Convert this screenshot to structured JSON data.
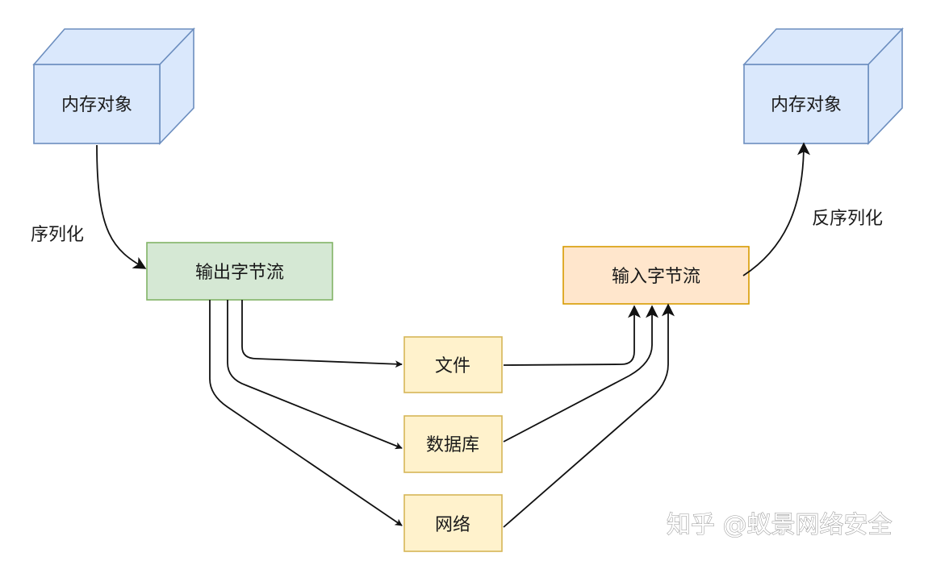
{
  "nodes": {
    "memory_object_left": {
      "label": "内存对象"
    },
    "memory_object_right": {
      "label": "内存对象"
    },
    "output_stream": {
      "label": "输出字节流"
    },
    "input_stream": {
      "label": "输入字节流"
    },
    "file": {
      "label": "文件"
    },
    "database": {
      "label": "数据库"
    },
    "network": {
      "label": "网络"
    }
  },
  "edge_labels": {
    "serialize": "序列化",
    "deserialize": "反序列化"
  },
  "watermark": "知乎 @蚁景网络安全",
  "colors": {
    "blue_fill": "#dae8fc",
    "blue_stroke": "#6c8ebf",
    "green_fill": "#d5e8d4",
    "green_stroke": "#82b366",
    "orange_fill": "#ffe6cc",
    "orange_stroke": "#d79b00",
    "yellow_fill": "#fff2cc",
    "yellow_stroke": "#d6b656"
  }
}
